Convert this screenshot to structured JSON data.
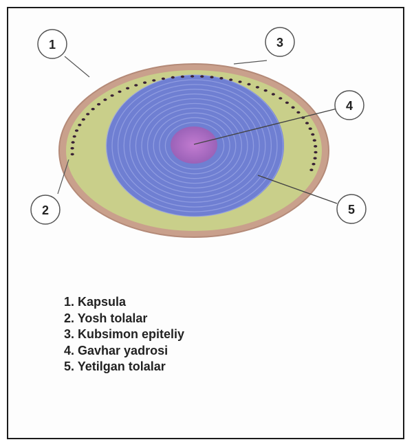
{
  "colors": {
    "capsule": "#c9a08c",
    "epithelium": "#c9cf8a",
    "young_fibers": "#c3cc84",
    "mature_fibers": "#6f7fd2",
    "nucleus": "#b06cc0",
    "epithelial_nuclei": "#3a2236",
    "marker_stroke": "#555555",
    "border": "#1a1a1a"
  },
  "markers": [
    {
      "id": "1",
      "label": "1"
    },
    {
      "id": "2",
      "label": "2"
    },
    {
      "id": "3",
      "label": "3"
    },
    {
      "id": "4",
      "label": "4"
    },
    {
      "id": "5",
      "label": "5"
    }
  ],
  "legend": [
    "1. Kapsula",
    "2. Yosh tolalar",
    "3. Kubsimon epiteliy",
    "4. Gavhar yadrosi",
    "5. Yetilgan tolalar"
  ]
}
